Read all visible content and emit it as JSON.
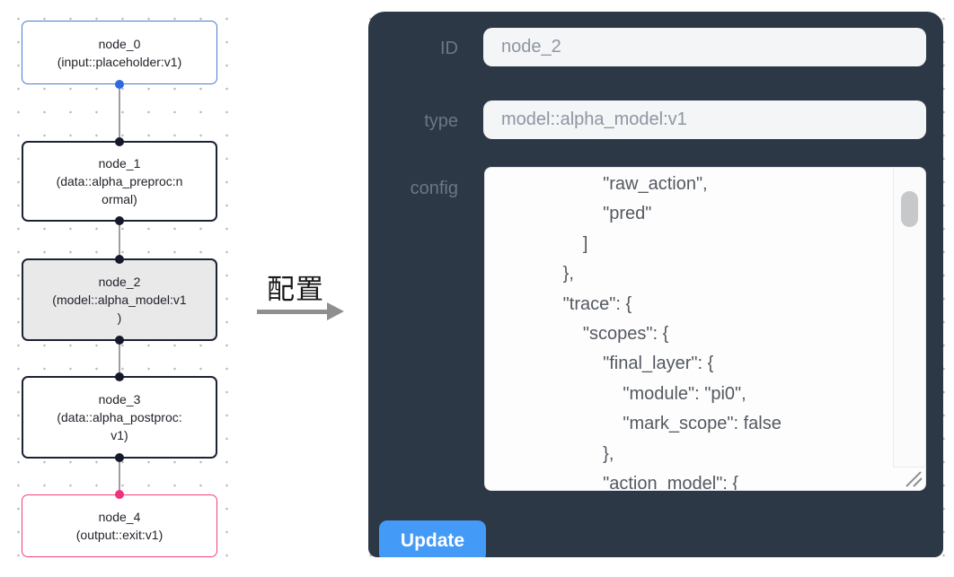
{
  "annotation": {
    "label": "配置"
  },
  "flow": {
    "nodes": [
      {
        "title": "node_0",
        "subtitle": "(input::placeholder:v1)"
      },
      {
        "title": "node_1",
        "subtitle": "(data::alpha_preproc:n\normal)"
      },
      {
        "title": "node_2",
        "subtitle": "(model::alpha_model:v1\n)"
      },
      {
        "title": "node_3",
        "subtitle": "(data::alpha_postproc:\nv1)"
      },
      {
        "title": "node_4",
        "subtitle": "(output::exit:v1)"
      }
    ]
  },
  "panel": {
    "id_label": "ID",
    "id_value": "node_2",
    "type_label": "type",
    "type_value": "model::alpha_model:v1",
    "config_label": "config",
    "config_value": "                    \"raw_action\",\n                    \"pred\"\n                ]\n            },\n            \"trace\": {\n                \"scopes\": {\n                    \"final_layer\": {\n                        \"module\": \"pi0\",\n                        \"mark_scope\": false\n                    },\n                    \"action_model\": {",
    "update_button": "Update"
  },
  "colors": {
    "panel_bg": "#2d3847",
    "button_blue": "#449af7",
    "input_node_border": "#4a7ad2",
    "output_node_border": "#ee3f7e",
    "selected_node_bg": "#e9e9ea",
    "default_node_border": "#1b2233"
  }
}
